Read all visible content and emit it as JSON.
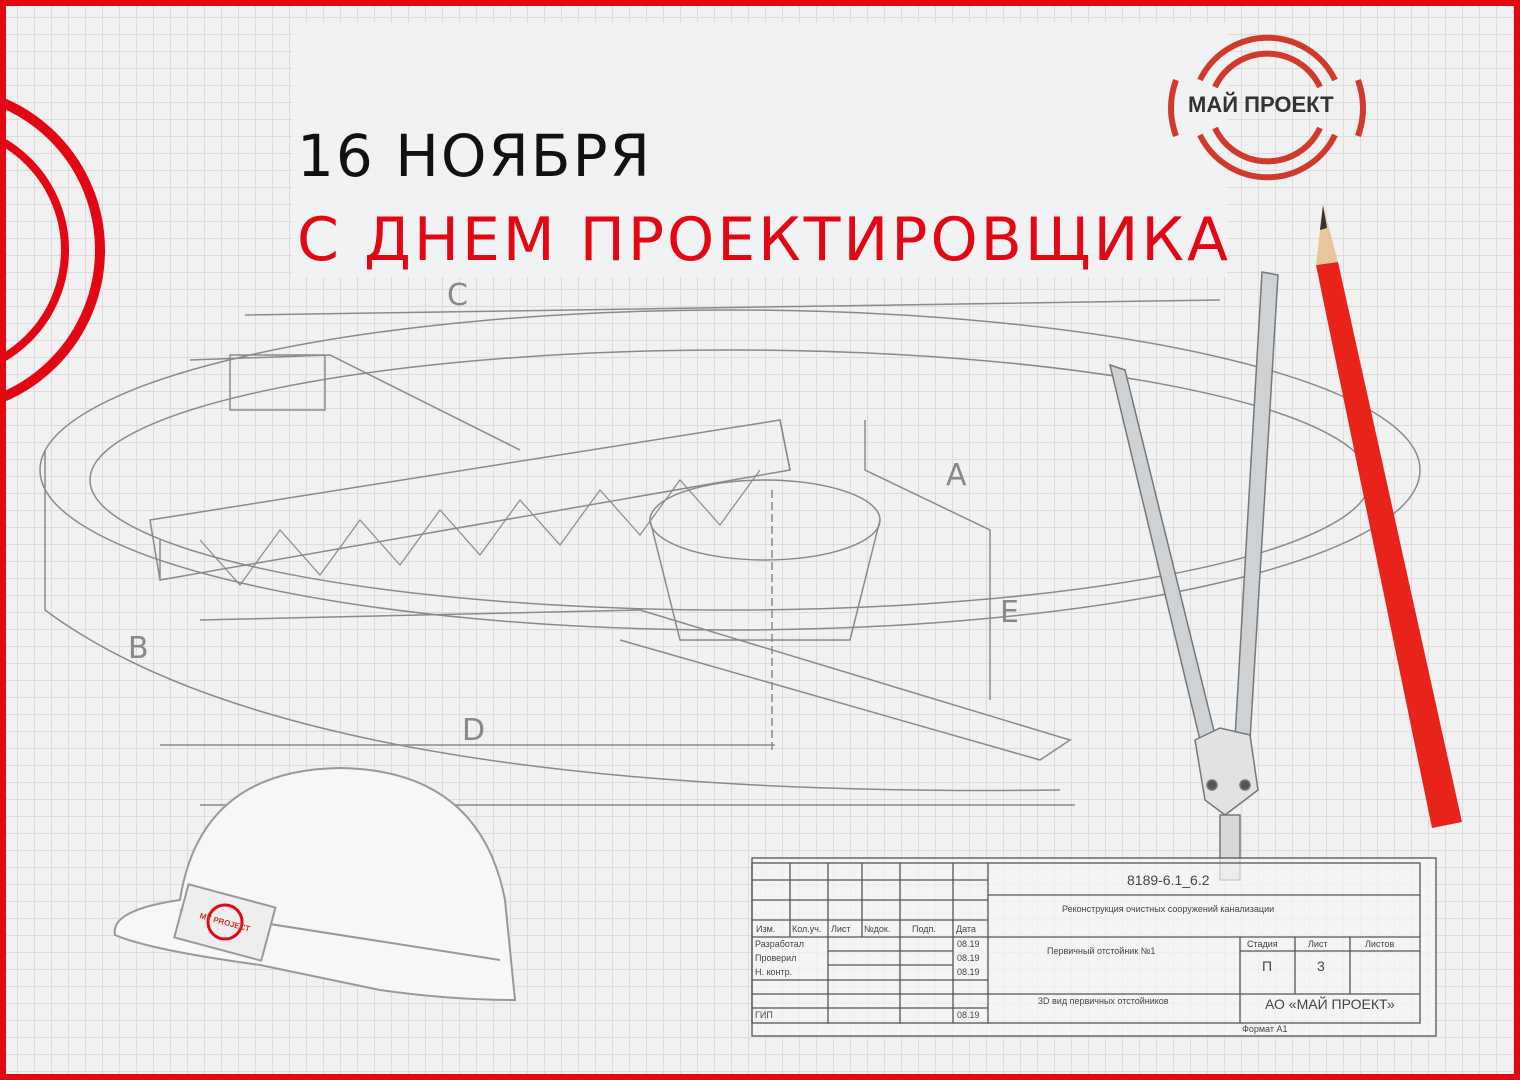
{
  "header": {
    "date": "16 НОЯБРЯ",
    "greeting": "С ДНЕМ ПРОЕКТИРОВЩИКА"
  },
  "logo": {
    "text": "МАЙ ПРОЕКТ"
  },
  "colors": {
    "accent": "#e30613",
    "logo_red": "#d0392b",
    "pencil": "#e8231a"
  },
  "drawing": {
    "dimension_labels": [
      "C",
      "A",
      "E",
      "B",
      "D"
    ]
  },
  "helmet": {
    "badge_text": "MY PROJECT"
  },
  "title_block": {
    "code": "8189-6.1_6.2",
    "project": "Реконструкция очистных сооружений канализации",
    "object": "Первичный отстойник №1",
    "sheet_title": "3D вид первичных отстойников",
    "company": "АО «МАЙ ПРОЕКТ»",
    "format": "Формат А1",
    "col_headers": [
      "Изм.",
      "Кол.уч.",
      "Лист",
      "№док.",
      "Подп.",
      "Дата"
    ],
    "roles": [
      {
        "role": "Разработал",
        "date": "08.19"
      },
      {
        "role": "Проверил",
        "date": "08.19"
      },
      {
        "role": "Н. контр.",
        "date": "08.19"
      },
      {
        "role": "ГИП",
        "date": "08.19"
      }
    ],
    "stage_headers": [
      "Стадия",
      "Лист",
      "Листов"
    ],
    "stage": "П",
    "sheet": "3",
    "sheets": ""
  }
}
